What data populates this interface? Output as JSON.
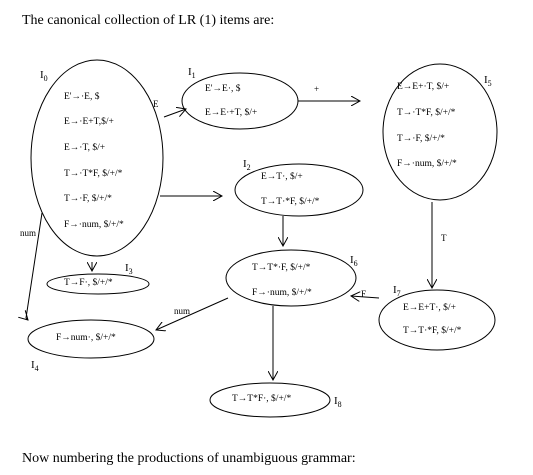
{
  "heading": "The canonical collection of LR (1) items are:",
  "footer": "Now numbering the productions of unambiguous grammar:",
  "states": {
    "I0": {
      "label": "I",
      "sub": "0",
      "items": [
        "E'→·E, $",
        "E→·E+T,$/+",
        "E→·T, $/+",
        "T→·T*F, $/+/*",
        "T→·F, $/+/*",
        "F→·num, $/+/*"
      ]
    },
    "I1": {
      "label": "I",
      "sub": "1",
      "items": [
        "E'→E·, $",
        "E→E·+T, $/+"
      ]
    },
    "I2": {
      "label": "I",
      "sub": "2",
      "items": [
        "E→T·, $/+",
        "T→T·*F, $/+/*"
      ]
    },
    "I3": {
      "label": "I",
      "sub": "3",
      "items": [
        "T→F·, $/+/*"
      ]
    },
    "I4": {
      "label": "I",
      "sub": "4",
      "items": [
        "F→num·, $/+/*"
      ]
    },
    "I5": {
      "label": "I",
      "sub": "5",
      "items": [
        "E→E+·T, $/+",
        "T→·T*F, $/+/*",
        "T→·F, $/+/*",
        "F→·num, $/+/*"
      ]
    },
    "I6": {
      "label": "I",
      "sub": "6",
      "items": [
        "T→T*·F, $/+/*",
        "F→·num, $/+/*"
      ]
    },
    "I7": {
      "label": "I",
      "sub": "7",
      "items": [
        "E→E+T·, $/+",
        "T→T·*F, $/+/*"
      ]
    },
    "I8": {
      "label": "I",
      "sub": "8",
      "items": [
        "T→T*F·, $/+/*"
      ]
    }
  },
  "transitions": {
    "e_0_1": "E",
    "e_1_5": "+",
    "e_0_4": "num",
    "e_5_7": "T",
    "e_7_6": "F",
    "e_6_4": "num"
  }
}
